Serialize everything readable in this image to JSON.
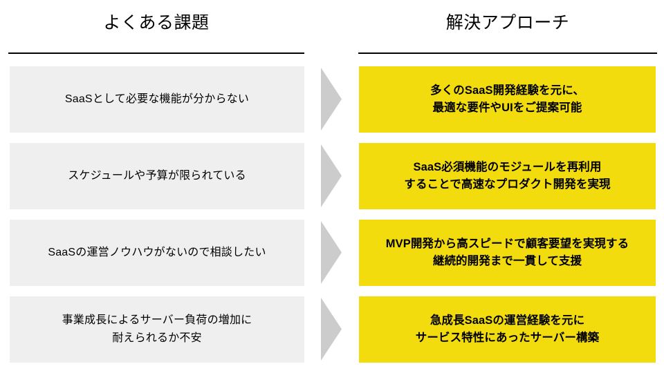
{
  "columns": {
    "left_title": "よくある課題",
    "right_title": "解決アプローチ"
  },
  "colors": {
    "problem_bg": "#efefef",
    "solution_bg": "#f2dc0d",
    "arrow": "#cccccc",
    "text": "#000000",
    "rule": "#000000"
  },
  "rows": [
    {
      "problem": "SaaSとして必要な機能が分からない",
      "arrow_icon": "arrow-right-triangle-icon",
      "solution": "多くのSaaS開発経験を元に、\n最適な要件やUIをご提案可能"
    },
    {
      "problem": "スケジュールや予算が限られている",
      "arrow_icon": "arrow-right-triangle-icon",
      "solution": "SaaS必須機能のモジュールを再利用\nすることで高速なプロダクト開発を実現"
    },
    {
      "problem": "SaaSの運営ノウハウがないので相談したい",
      "arrow_icon": "arrow-right-triangle-icon",
      "solution": "MVP開発から高スピードで顧客要望を実現する\n継続的開発まで一貫して支援"
    },
    {
      "problem": "事業成長によるサーバー負荷の増加に\n耐えられるか不安",
      "arrow_icon": "arrow-right-triangle-icon",
      "solution": "急成長SaaSの運営経験を元に\nサービス特性にあったサーバー構築"
    }
  ]
}
